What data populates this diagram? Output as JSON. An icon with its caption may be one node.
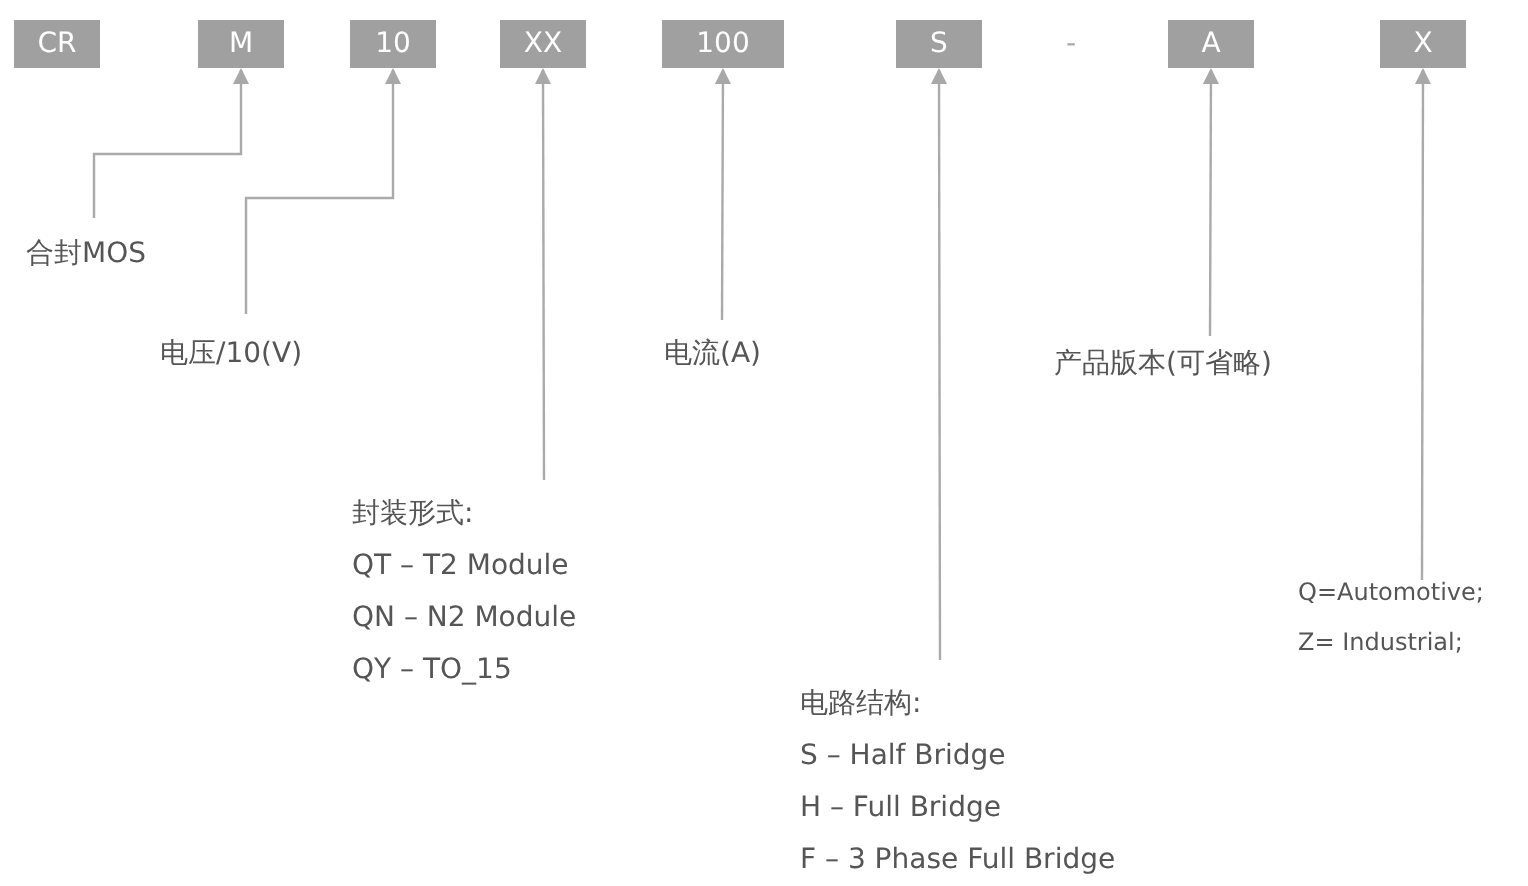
{
  "diagram": {
    "nodes": [
      {
        "text": [
          "CR"
        ]
      },
      {
        "text": [
          "M"
        ]
      },
      {
        "text": [
          "10"
        ]
      },
      {
        "text": [
          "XX"
        ]
      },
      {
        "text": [
          "100"
        ]
      },
      {
        "text": [
          "S"
        ]
      },
      {
        "text": [
          "A"
        ]
      },
      {
        "text": [
          "X"
        ]
      },
      {
        "text": [
          "合封MOS"
        ]
      },
      {
        "text": [
          "电压/10(V)"
        ]
      },
      {
        "text": [
          "电流(A)"
        ]
      },
      {
        "text": [
          "封装形式:",
          "QT – T2 Module",
          "QN – N2 Module",
          "QY – TO_15"
        ]
      },
      {
        "text": [
          "产品版本(可省略)"
        ]
      },
      {
        "text": [
          "电路结构:",
          "S – Half Bridge",
          "H – Full Bridge",
          "F – 3 Phase Full Bridge"
        ]
      },
      {
        "text": [
          "Q=Automotive;",
          "Z= Industrial;"
        ]
      }
    ],
    "edges": [
      {
        "from": 8,
        "to": 1,
        "arrow": "to"
      },
      {
        "from": 9,
        "to": 2,
        "arrow": "to"
      },
      {
        "from": 11,
        "to": 3,
        "arrow": "to"
      },
      {
        "from": 10,
        "to": 4,
        "arrow": "to"
      },
      {
        "from": 13,
        "to": 5,
        "arrow": "to"
      },
      {
        "from": 12,
        "to": 6,
        "arrow": "to"
      },
      {
        "from": 14,
        "to": 7,
        "arrow": "to"
      }
    ],
    "labels": [
      "-"
    ]
  }
}
